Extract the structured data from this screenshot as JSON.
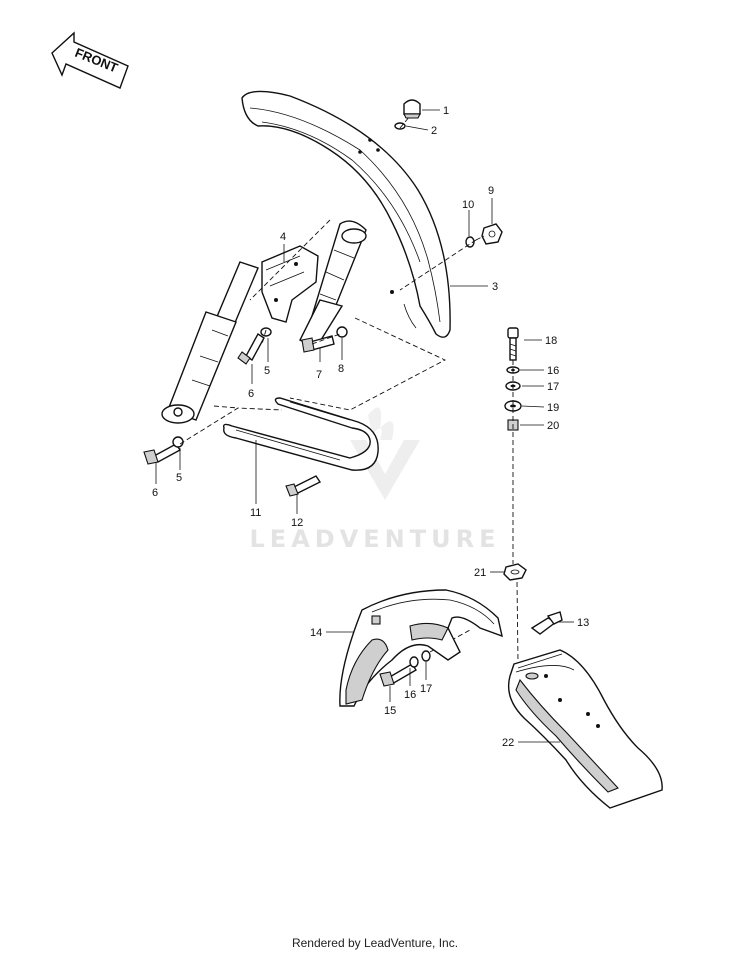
{
  "front_arrow": {
    "label": "FRONT"
  },
  "watermark": "LEADVENTURE",
  "footer": "Rendered by LeadVenture, Inc.",
  "callouts": [
    {
      "id": "c1",
      "text": "1"
    },
    {
      "id": "c2",
      "text": "2"
    },
    {
      "id": "c3",
      "text": "3"
    },
    {
      "id": "c4",
      "text": "4"
    },
    {
      "id": "c5a",
      "text": "5"
    },
    {
      "id": "c5b",
      "text": "5"
    },
    {
      "id": "c6a",
      "text": "6"
    },
    {
      "id": "c6b",
      "text": "6"
    },
    {
      "id": "c7",
      "text": "7"
    },
    {
      "id": "c8",
      "text": "8"
    },
    {
      "id": "c9",
      "text": "9"
    },
    {
      "id": "c10",
      "text": "10"
    },
    {
      "id": "c11",
      "text": "11"
    },
    {
      "id": "c12",
      "text": "12"
    },
    {
      "id": "c13",
      "text": "13"
    },
    {
      "id": "c14",
      "text": "14"
    },
    {
      "id": "c15",
      "text": "15"
    },
    {
      "id": "c16a",
      "text": "16"
    },
    {
      "id": "c16b",
      "text": "16"
    },
    {
      "id": "c17a",
      "text": "17"
    },
    {
      "id": "c17b",
      "text": "17"
    },
    {
      "id": "c18",
      "text": "18"
    },
    {
      "id": "c19",
      "text": "19"
    },
    {
      "id": "c20",
      "text": "20"
    },
    {
      "id": "c21",
      "text": "21"
    },
    {
      "id": "c22",
      "text": "22"
    }
  ]
}
